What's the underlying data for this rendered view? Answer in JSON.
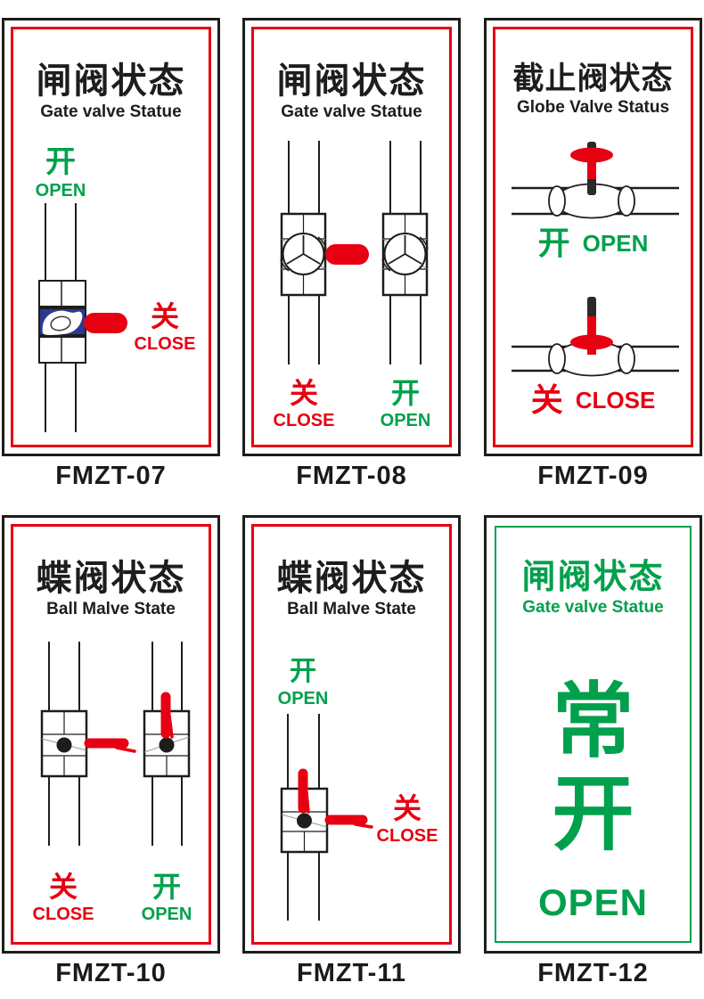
{
  "colors": {
    "red": "#e60012",
    "green": "#00a04c",
    "blue": "#2b3990",
    "ink": "#1d1d1b"
  },
  "cards": [
    {
      "code": "FMZT-07",
      "title": "闸阀状态",
      "subtitle": "Gate valve Statue",
      "open_cn": "开",
      "open_en": "OPEN",
      "close_cn": "关",
      "close_en": "CLOSE",
      "diagram": "gate-valve-closed-with-red-handle"
    },
    {
      "code": "FMZT-08",
      "title": "闸阀状态",
      "subtitle": "Gate valve Statue",
      "close_cn": "关",
      "close_en": "CLOSE",
      "open_cn": "开",
      "open_en": "OPEN",
      "diagram": "two-gate-valves-handwheel"
    },
    {
      "code": "FMZT-09",
      "title": "截止阀状态",
      "subtitle": "Globe Valve Status",
      "open_cn": "开",
      "open_en": "OPEN",
      "close_cn": "关",
      "close_en": "CLOSE",
      "diagram": "globe-valve-open-and-closed"
    },
    {
      "code": "FMZT-10",
      "title": "蝶阀状态",
      "subtitle": "Ball Malve State",
      "close_cn": "关",
      "close_en": "CLOSE",
      "open_cn": "开",
      "open_en": "OPEN",
      "diagram": "two-butterfly-valves-lever"
    },
    {
      "code": "FMZT-11",
      "title": "蝶阀状态",
      "subtitle": "Ball Malve State",
      "open_cn": "开",
      "open_en": "OPEN",
      "close_cn": "关",
      "close_en": "CLOSE",
      "diagram": "butterfly-valve-both-positions"
    },
    {
      "code": "FMZT-12",
      "title": "闸阀状态",
      "subtitle": "Gate valve Statue",
      "big_cn": "常开",
      "open_en": "OPEN",
      "diagram": "normally-open-text-sign"
    }
  ]
}
